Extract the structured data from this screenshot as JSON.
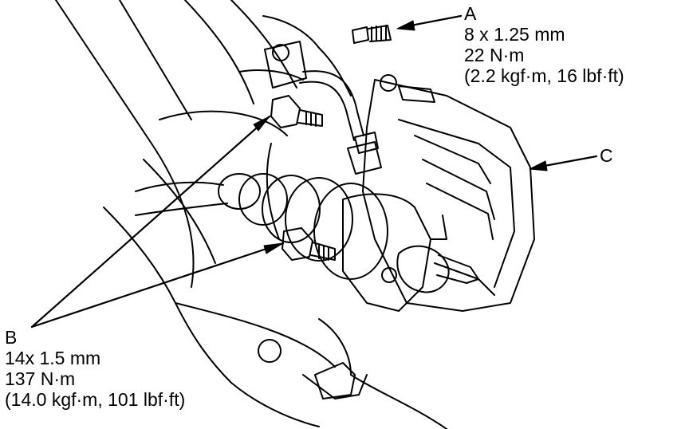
{
  "callouts": {
    "a": {
      "letter": "A",
      "size": "8 x 1.25 mm",
      "torque": "22 N·m",
      "torque_alt": "(2.2 kgf·m, 16 lbf·ft)"
    },
    "b": {
      "letter": "B",
      "size": "14x 1.5 mm",
      "torque": "137 N·m",
      "torque_alt": "(14.0 kgf·m, 101 lbf·ft)"
    },
    "c": {
      "letter": "C"
    }
  },
  "colors": {
    "ink": "#000000",
    "background": "#ffffff"
  }
}
